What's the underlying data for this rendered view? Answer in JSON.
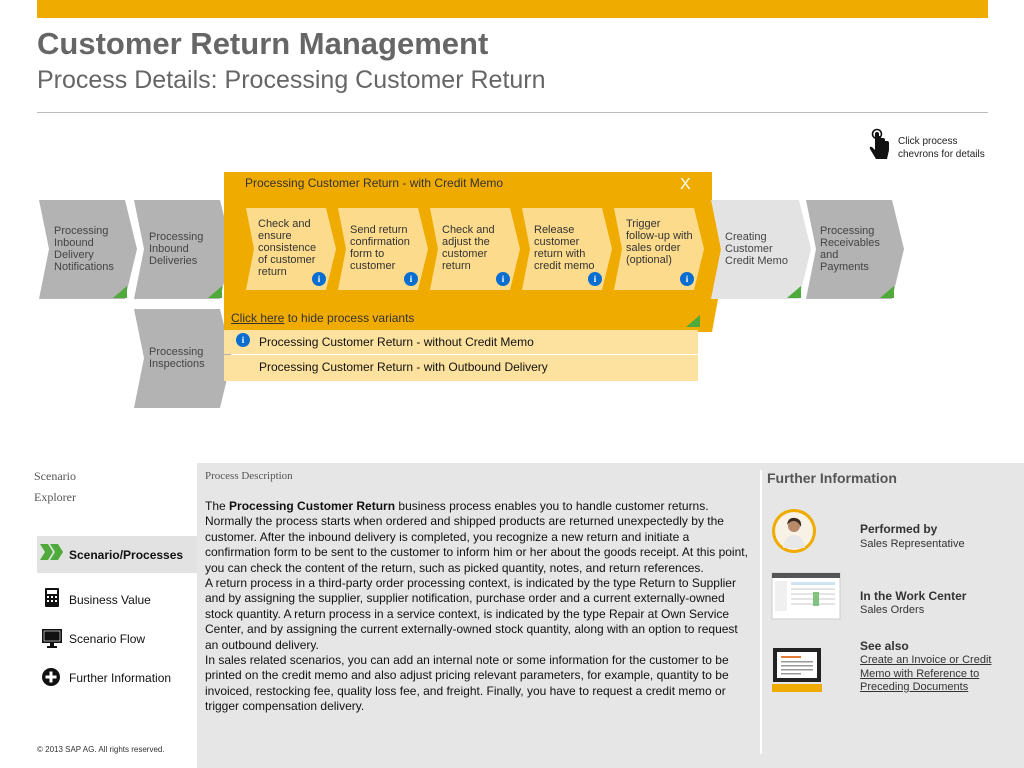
{
  "header": {
    "title": "Customer Return Management",
    "subtitle": "Process Details: Processing Customer Return",
    "hint": "Click process chevrons for details"
  },
  "flow": {
    "chevrons": [
      {
        "label": "Processing Inbound Delivery Notifications"
      },
      {
        "label": "Processing Inbound Deliveries"
      },
      {
        "label": "Creating Customer Credit Memo"
      },
      {
        "label": "Processing Receivables and Payments"
      },
      {
        "label": "Processing Inspections"
      }
    ],
    "panel": {
      "title": "Processing Customer Return - with Credit Memo",
      "close": "X",
      "steps": [
        {
          "label": "Check and ensure consistence of customer return"
        },
        {
          "label": "Send return confirmation form to customer"
        },
        {
          "label": "Check and adjust the customer return"
        },
        {
          "label": "Release customer return with credit memo"
        },
        {
          "label": "Trigger follow-up with sales order (optional)"
        }
      ],
      "info_glyph": "i"
    },
    "variants": {
      "link": "Click here",
      "link_suffix": " to hide process variants",
      "items": [
        "Processing Customer Return - without Credit Memo",
        "Processing Customer Return - with Outbound Delivery"
      ]
    }
  },
  "explorer": {
    "heading_line1": "Scenario",
    "heading_line2": "Explorer",
    "items": [
      {
        "label": "Scenario/Processes",
        "icon": "chevrons-icon",
        "selected": true
      },
      {
        "label": "Business Value",
        "icon": "calculator-icon"
      },
      {
        "label": "Scenario Flow",
        "icon": "monitor-icon"
      },
      {
        "label": "Further Information",
        "icon": "plus-circle-icon"
      }
    ],
    "copyright": "©  2013 SAP AG. All rights reserved."
  },
  "description": {
    "heading": "Process Description",
    "intro": "The ",
    "bold": "Processing Customer Return",
    "p1": " business process enables you to handle customer returns. Normally the process starts when ordered and shipped products are returned unexpectedly by the customer. After the inbound delivery is completed, you recognize a new return and initiate a confirmation form to be sent to the customer to inform him or her about the goods receipt. At this point, you can check the content of the return, such as picked quantity, notes, and return references.",
    "p2": "A return process in a third-party order processing context, is indicated by the type Return to Supplier and by assigning the supplier, supplier notification, purchase  order and a current externally-owned stock quantity. A return process in a service context, is indicated by the type Repair at Own Service Center, and by assigning the current externally-owned stock quantity, along with an option to request an outbound delivery.",
    "p3": "In sales related scenarios, you can add an internal note or some information for the customer to be printed on the credit memo and also adjust pricing relevant parameters, for example, quantity to be invoiced, restocking fee, quality loss fee, and freight. Finally, you have to request a credit memo or trigger compensation delivery."
  },
  "further_info": {
    "heading": "Further Information",
    "performed_by_label": "Performed by",
    "performed_by_value": "Sales Representative",
    "work_center_label": "In the Work Center",
    "work_center_value": "Sales Orders",
    "see_also_label": "See also",
    "see_also_link": "Create an Invoice or Credit Memo with Reference to Preceding Documents"
  },
  "colors": {
    "accent": "#F0AB00",
    "chevron_gray": "#B3B3B3",
    "chevron_light": "#E3E3E3",
    "step_yellow": "#FCDC8C",
    "variant_row": "#FCE29E",
    "corner_green": "#4EAA3A",
    "info_blue": "#0a6ed1"
  }
}
